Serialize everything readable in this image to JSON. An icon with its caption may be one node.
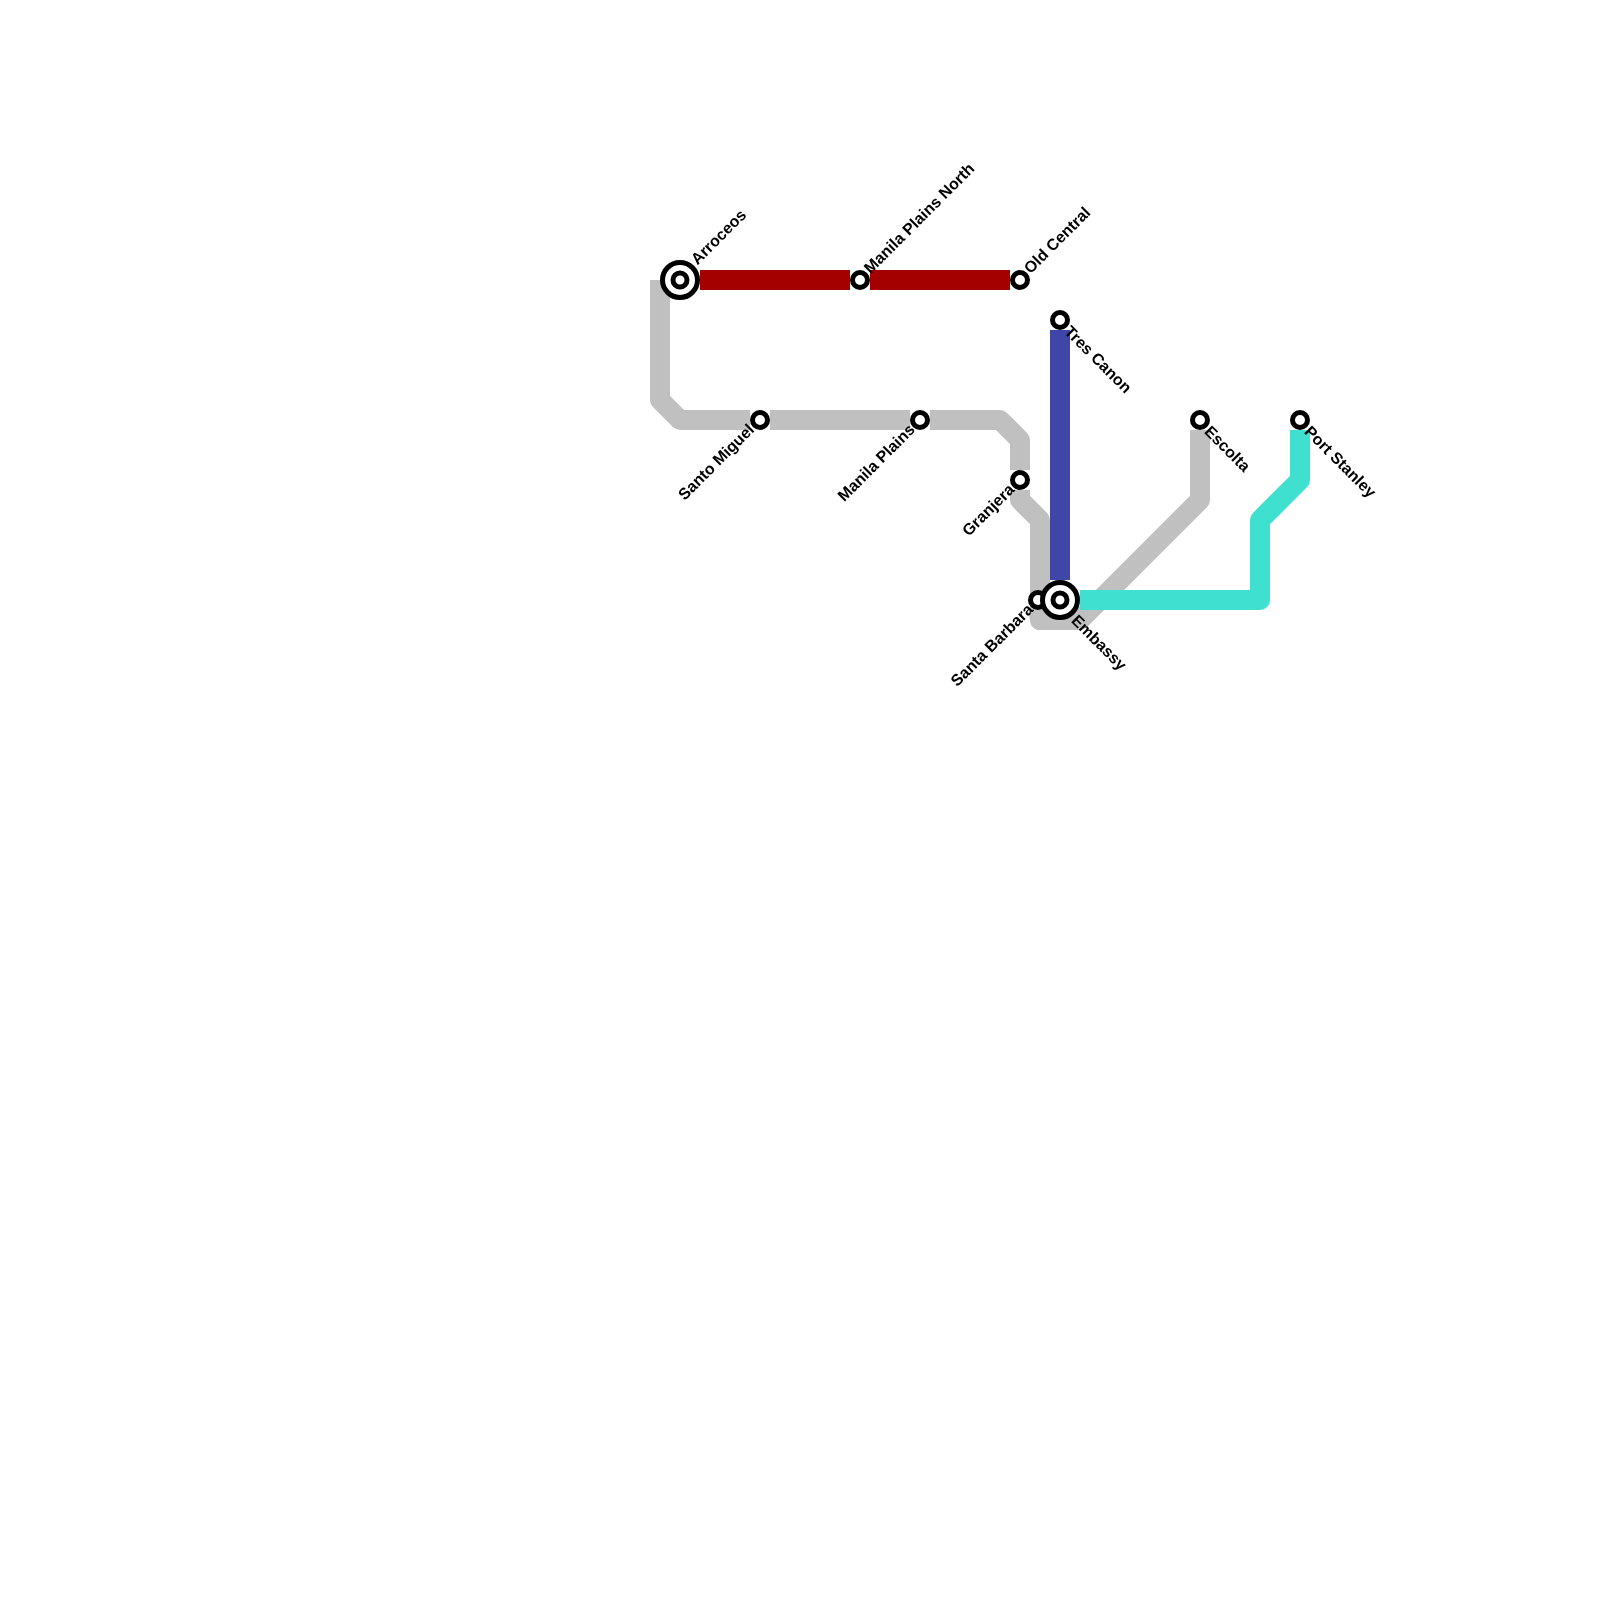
{
  "diagram": {
    "nodes": [
      {
        "text": [
          "Arroceos"
        ]
      },
      {
        "text": [
          "Manila Plains North"
        ]
      },
      {
        "text": [
          "Old Central"
        ]
      },
      {
        "text": [
          "Tres Canon"
        ]
      },
      {
        "text": [
          "Santo Miguel"
        ]
      },
      {
        "text": [
          "Manila Plains"
        ]
      },
      {
        "text": [
          "Escolta"
        ]
      },
      {
        "text": [
          "Port Stanley"
        ]
      },
      {
        "text": [
          "Granjera"
        ]
      },
      {
        "text": [
          "Santa Barbara"
        ]
      },
      {
        "text": [
          "Embassy"
        ]
      }
    ],
    "edges": [
      {
        "from": 0,
        "to": 4,
        "arrow": "none",
        "color": "#c0c0c0"
      },
      {
        "from": 4,
        "to": 5,
        "arrow": "none",
        "color": "#c0c0c0"
      },
      {
        "from": 5,
        "to": 8,
        "arrow": "none",
        "color": "#c0c0c0"
      },
      {
        "from": 8,
        "to": 9,
        "arrow": "none",
        "color": "#c0c0c0"
      },
      {
        "from": 9,
        "to": 10,
        "arrow": "none",
        "color": "#c0c0c0"
      },
      {
        "from": 10,
        "to": 6,
        "arrow": "none",
        "color": "#c0c0c0"
      },
      {
        "from": 0,
        "to": 1,
        "arrow": "none",
        "color": "#a50000"
      },
      {
        "from": 1,
        "to": 2,
        "arrow": "none",
        "color": "#a50000"
      },
      {
        "from": 3,
        "to": 10,
        "arrow": "none",
        "color": "#3f46a8"
      },
      {
        "from": 10,
        "to": 7,
        "arrow": "none",
        "color": "#40e0d0"
      }
    ]
  }
}
